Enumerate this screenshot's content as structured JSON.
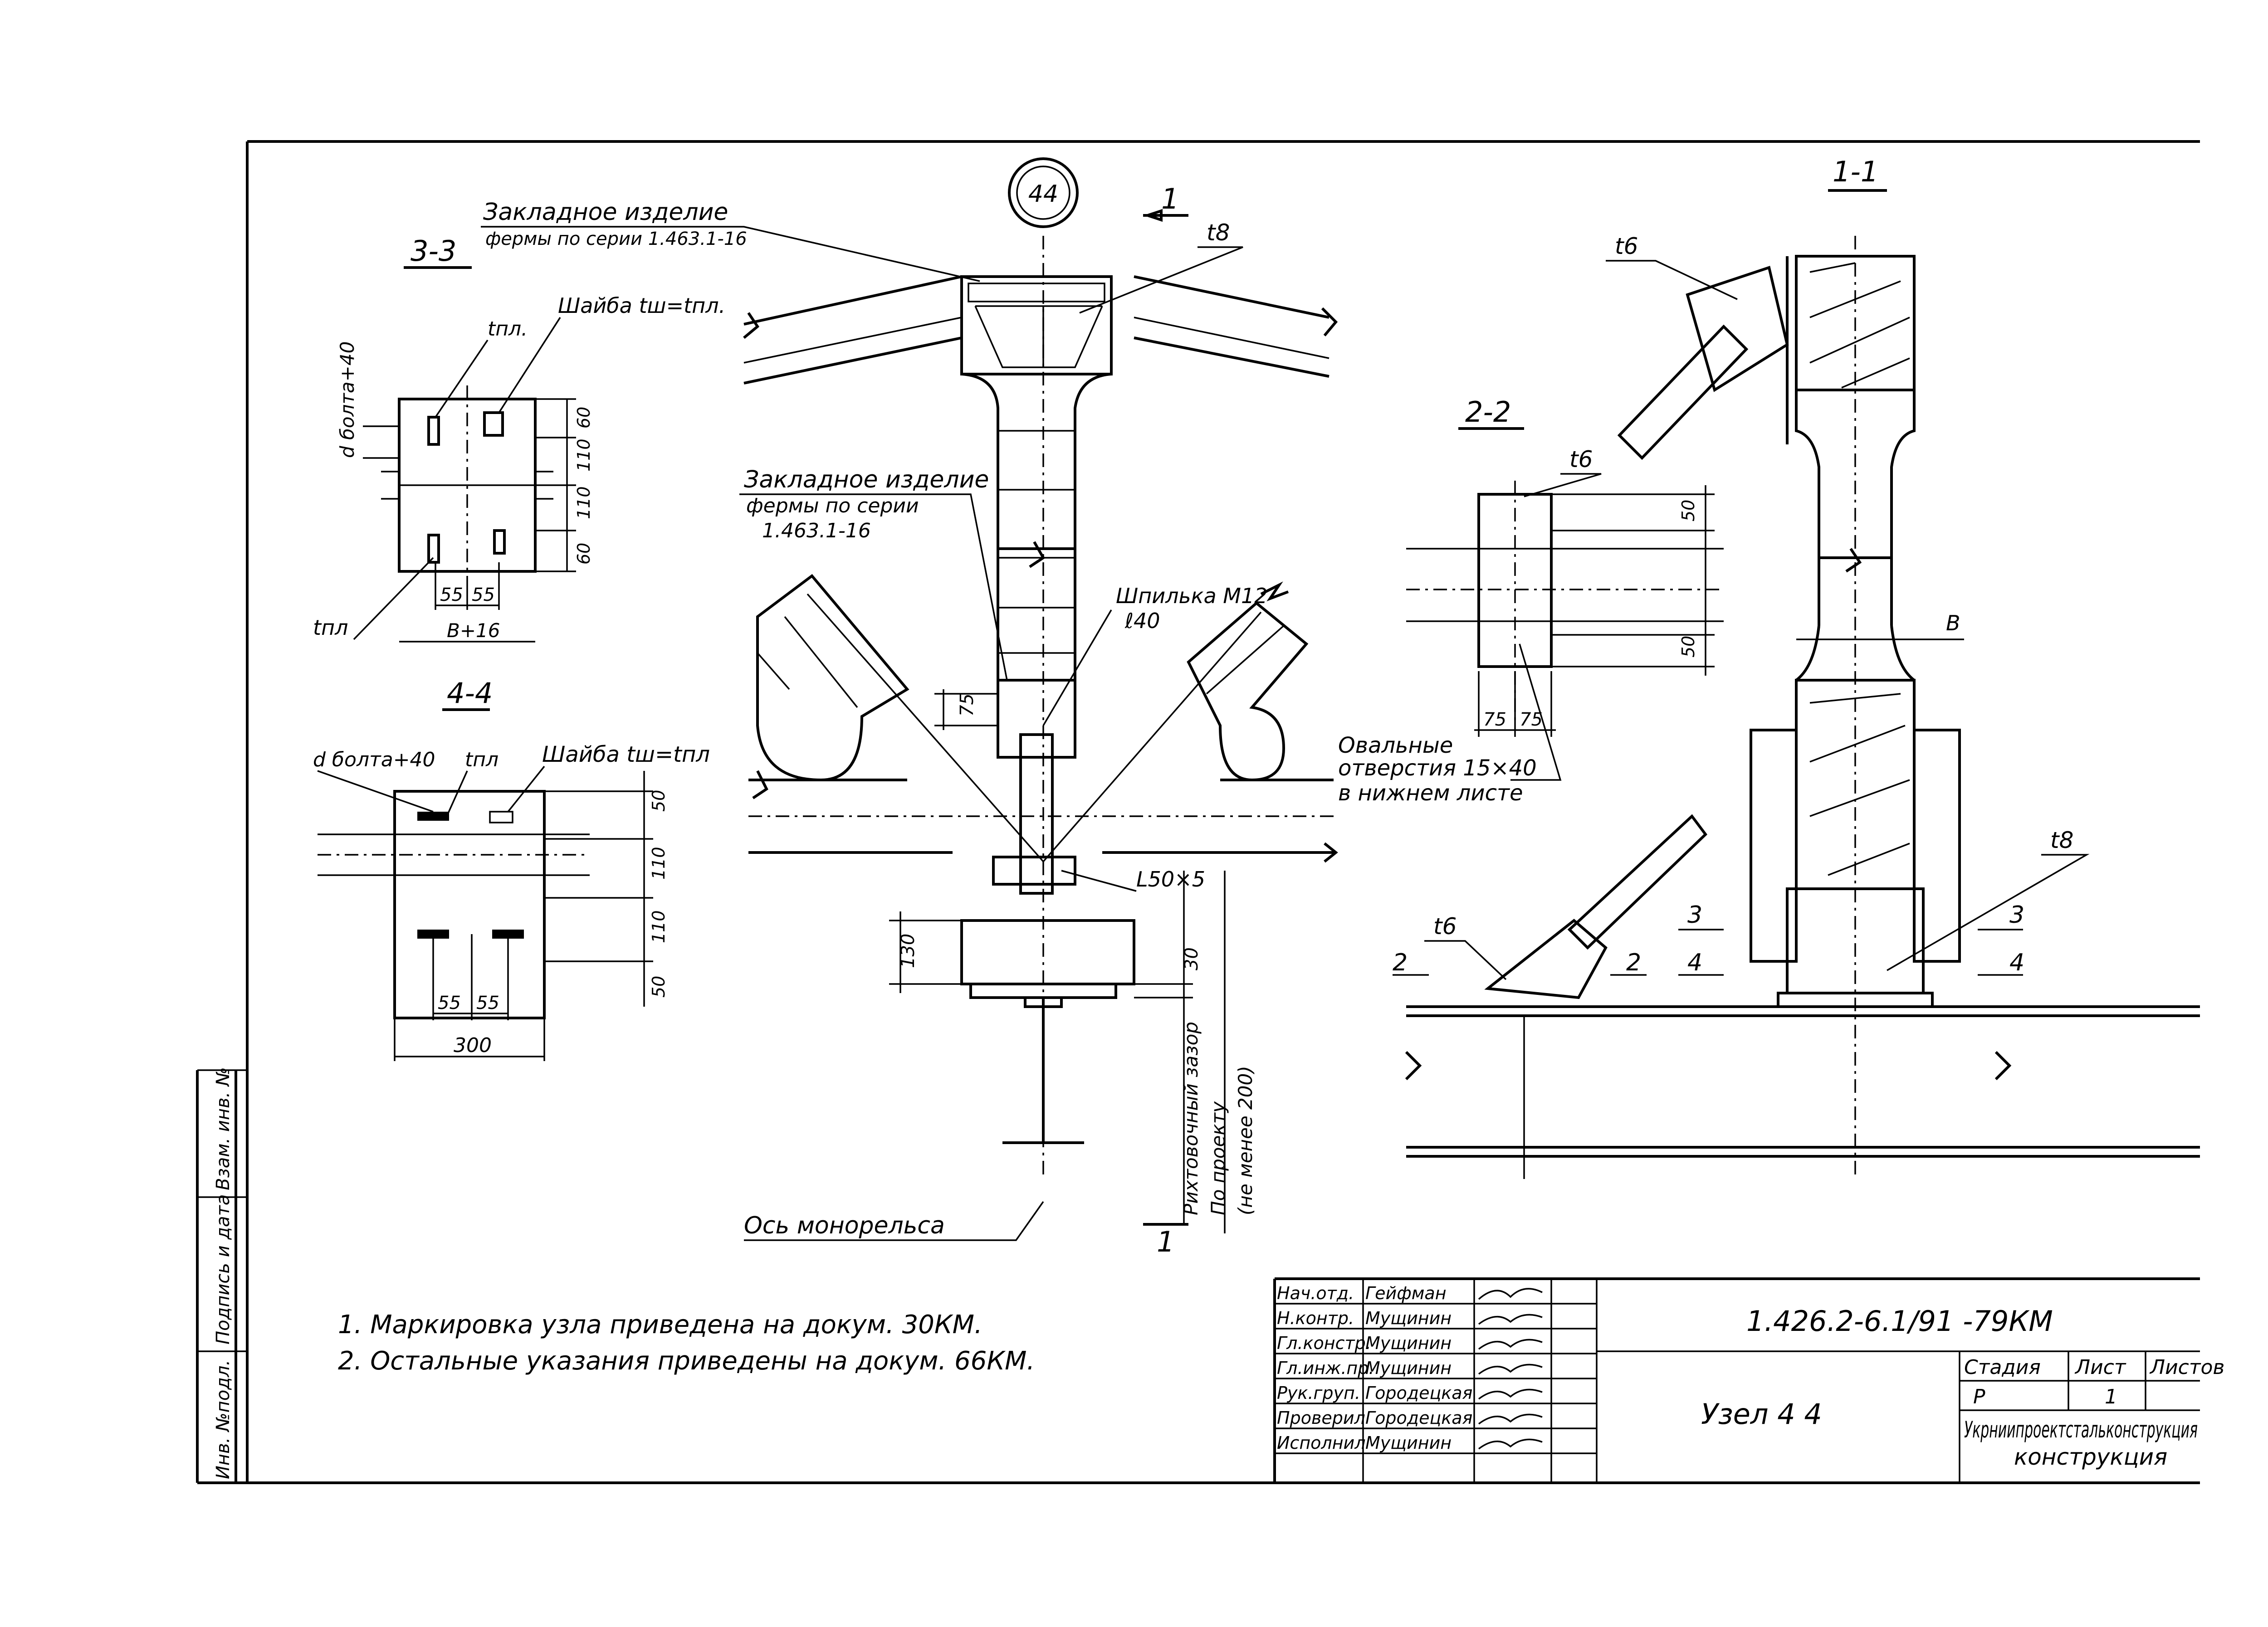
{
  "sheet_id": "44",
  "section_labels": {
    "s33": "3-3",
    "s44": "4-4",
    "s22": "2-2",
    "s11": "1-1",
    "cut_1": "1"
  },
  "main_view": {
    "embed_top_line1": "Закладное изделие",
    "embed_top_line2": "фермы по серии 1.463.1-16",
    "embed_mid_line1": "Закладное изделие",
    "embed_mid_line2": "фермы по серии",
    "embed_mid_line3": "1.463.1-16",
    "t8": "t8",
    "stud_line1": "Шпилька М12",
    "stud_line2": "ℓ40",
    "angle": "L50×5",
    "dim_75": "75",
    "dim_130": "130",
    "dim_30": "30",
    "gap_line1": "Рихтовочный зазор",
    "gap_line2": "По проекту",
    "gap_line3": "(не менее 200)",
    "monorail_axis": "Ось монорельса"
  },
  "sec_33": {
    "washer": "Шайба tш=tпл.",
    "bolt": "d болта+40",
    "tpl_top": "tпл.",
    "tpl_bottom": "tпл",
    "dims": [
      "60",
      "110",
      "110",
      "60"
    ],
    "dim_55a": "55",
    "dim_55b": "55",
    "width": "B+16"
  },
  "sec_44": {
    "bolt": "d болта+40",
    "tpl": "tпл",
    "washer": "Шайба tш=tпл",
    "dims": [
      "50",
      "110",
      "110",
      "50"
    ],
    "dim_55a": "55",
    "dim_55b": "55",
    "width": "300"
  },
  "sec_22": {
    "t6": "t6",
    "dim_50a": "50",
    "dim_50b": "50",
    "dim_75a": "75",
    "dim_75b": "75",
    "oval_line1": "Овальные",
    "oval_line2": "отверстия 15×40",
    "oval_line3": "в нижнем листе"
  },
  "sec_11": {
    "t6_top": "t6",
    "t6_bottom": "t6",
    "t8": "t8",
    "B": "B",
    "cut3": "3",
    "cut4": "4",
    "cut2": "2"
  },
  "notes": [
    "1. Маркировка узла приведена на докум. 30КМ.",
    "2. Остальные указания приведены на докум. 66КМ."
  ],
  "left_strip": [
    "Инв. №подл.",
    "Подпись и дата",
    "Взам. инв. №"
  ],
  "title_block": {
    "doc_code": "1.426.2-6.1/91 -79КМ",
    "title": "Узел 4 4",
    "stage_header": "Стадия",
    "sheet_header": "Лист",
    "sheets_header": "Листов",
    "stage_value": "Р",
    "sheet_value": "1",
    "org_line1": "Укрниипроектстальконструкция",
    "org_line2": "конструкция",
    "roles": [
      {
        "role": "Нач.отд.",
        "name": "Гейфман"
      },
      {
        "role": "Н.контр.",
        "name": "Мущинин"
      },
      {
        "role": "Гл.констр.",
        "name": "Мущинин"
      },
      {
        "role": "Гл.инж.пр.",
        "name": "Мущинин"
      },
      {
        "role": "Рук.груп.",
        "name": "Городецкая"
      },
      {
        "role": "Проверил",
        "name": "Городецкая"
      },
      {
        "role": "Исполнил",
        "name": "Мущинин"
      }
    ]
  }
}
